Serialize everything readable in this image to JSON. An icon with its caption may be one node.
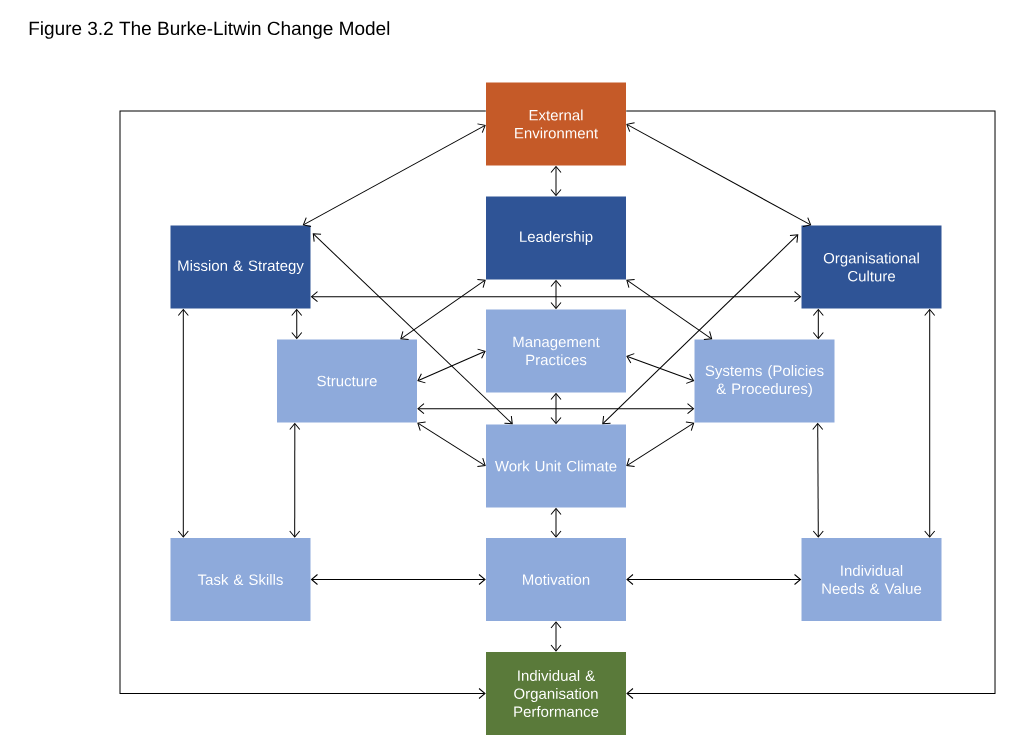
{
  "diagram": {
    "title": "Figure 3.2 The Burke-Litwin Change Model",
    "nodes": [
      {
        "text": [
          "External Environment"
        ]
      },
      {
        "text": [
          "Mission & Strategy"
        ]
      },
      {
        "text": [
          "Leadership"
        ]
      },
      {
        "text": [
          "Organisational Culture"
        ]
      },
      {
        "text": [
          "Structure"
        ]
      },
      {
        "text": [
          "Management Practices"
        ]
      },
      {
        "text": [
          "Systems (Policies & Procedures)"
        ]
      },
      {
        "text": [
          "Work Unit Climate"
        ]
      },
      {
        "text": [
          "Task & Skills"
        ]
      },
      {
        "text": [
          "Motivation"
        ]
      },
      {
        "text": [
          "Individual Needs & Value"
        ]
      },
      {
        "text": [
          "Individual & Organisation Performance"
        ]
      }
    ],
    "edges": [
      {
        "from": 0,
        "to": 2,
        "arrow": "both"
      },
      {
        "from": 0,
        "to": 1,
        "arrow": "both"
      },
      {
        "from": 0,
        "to": 3,
        "arrow": "both"
      },
      {
        "from": 1,
        "to": 7,
        "arrow": "both"
      },
      {
        "from": 1,
        "to": 3,
        "arrow": "both"
      },
      {
        "from": 2,
        "to": 5,
        "arrow": "both"
      },
      {
        "from": 2,
        "to": 4,
        "arrow": "both"
      },
      {
        "from": 2,
        "to": 6,
        "arrow": "both"
      },
      {
        "from": 3,
        "to": 7,
        "arrow": "both"
      },
      {
        "from": 1,
        "to": 4,
        "arrow": "both"
      },
      {
        "from": 3,
        "to": 6,
        "arrow": "both"
      },
      {
        "from": 4,
        "to": 5,
        "arrow": "both"
      },
      {
        "from": 5,
        "to": 6,
        "arrow": "both"
      },
      {
        "from": 4,
        "to": 6,
        "arrow": "both"
      },
      {
        "from": 5,
        "to": 7,
        "arrow": "both"
      },
      {
        "from": 4,
        "to": 7,
        "arrow": "both"
      },
      {
        "from": 6,
        "to": 7,
        "arrow": "both"
      },
      {
        "from": 1,
        "to": 8,
        "arrow": "both"
      },
      {
        "from": 4,
        "to": 8,
        "arrow": "both"
      },
      {
        "from": 6,
        "to": 10,
        "arrow": "both"
      },
      {
        "from": 3,
        "to": 10,
        "arrow": "both"
      },
      {
        "from": 7,
        "to": 9,
        "arrow": "both"
      },
      {
        "from": 8,
        "to": 9,
        "arrow": "both"
      },
      {
        "from": 9,
        "to": 10,
        "arrow": "both"
      },
      {
        "from": 9,
        "to": 11,
        "arrow": "both"
      },
      {
        "from": 0,
        "to": 11,
        "arrow": "to"
      },
      {
        "from": 0,
        "to": 11,
        "arrow": "to"
      }
    ]
  }
}
